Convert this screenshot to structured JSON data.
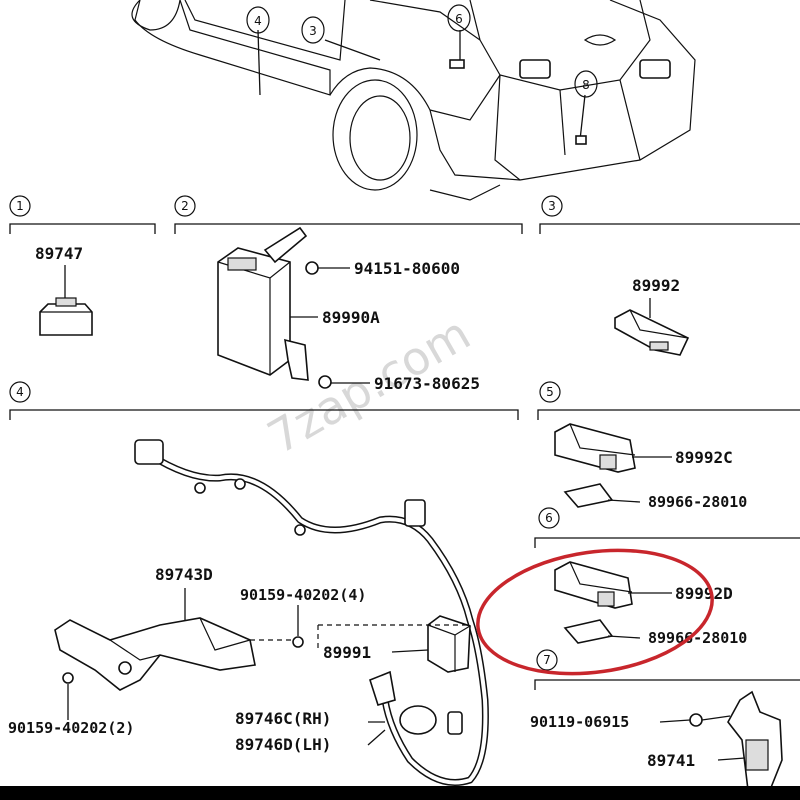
{
  "diagram": {
    "watermark": "7zap.com",
    "callouts": [
      "4",
      "3",
      "6",
      "8"
    ],
    "sections": [
      {
        "num": "1",
        "parts": [
          "89747"
        ]
      },
      {
        "num": "2",
        "parts": [
          "94151-80600",
          "89990A",
          "91673-80625"
        ]
      },
      {
        "num": "3",
        "parts": [
          "89992"
        ]
      },
      {
        "num": "4",
        "parts": [
          "89743D",
          "90159-40202(4)",
          "89991",
          "90159-40202(2)",
          "89746C(RH)",
          "89746D(LH)"
        ]
      },
      {
        "num": "5",
        "parts": [
          "89992C",
          "89966-28010"
        ]
      },
      {
        "num": "6",
        "parts": [
          "89992D",
          "89966-28010"
        ]
      },
      {
        "num": "7",
        "parts": [
          "90119-06915",
          "89741"
        ]
      }
    ],
    "highlight_color": "#c8262c"
  }
}
